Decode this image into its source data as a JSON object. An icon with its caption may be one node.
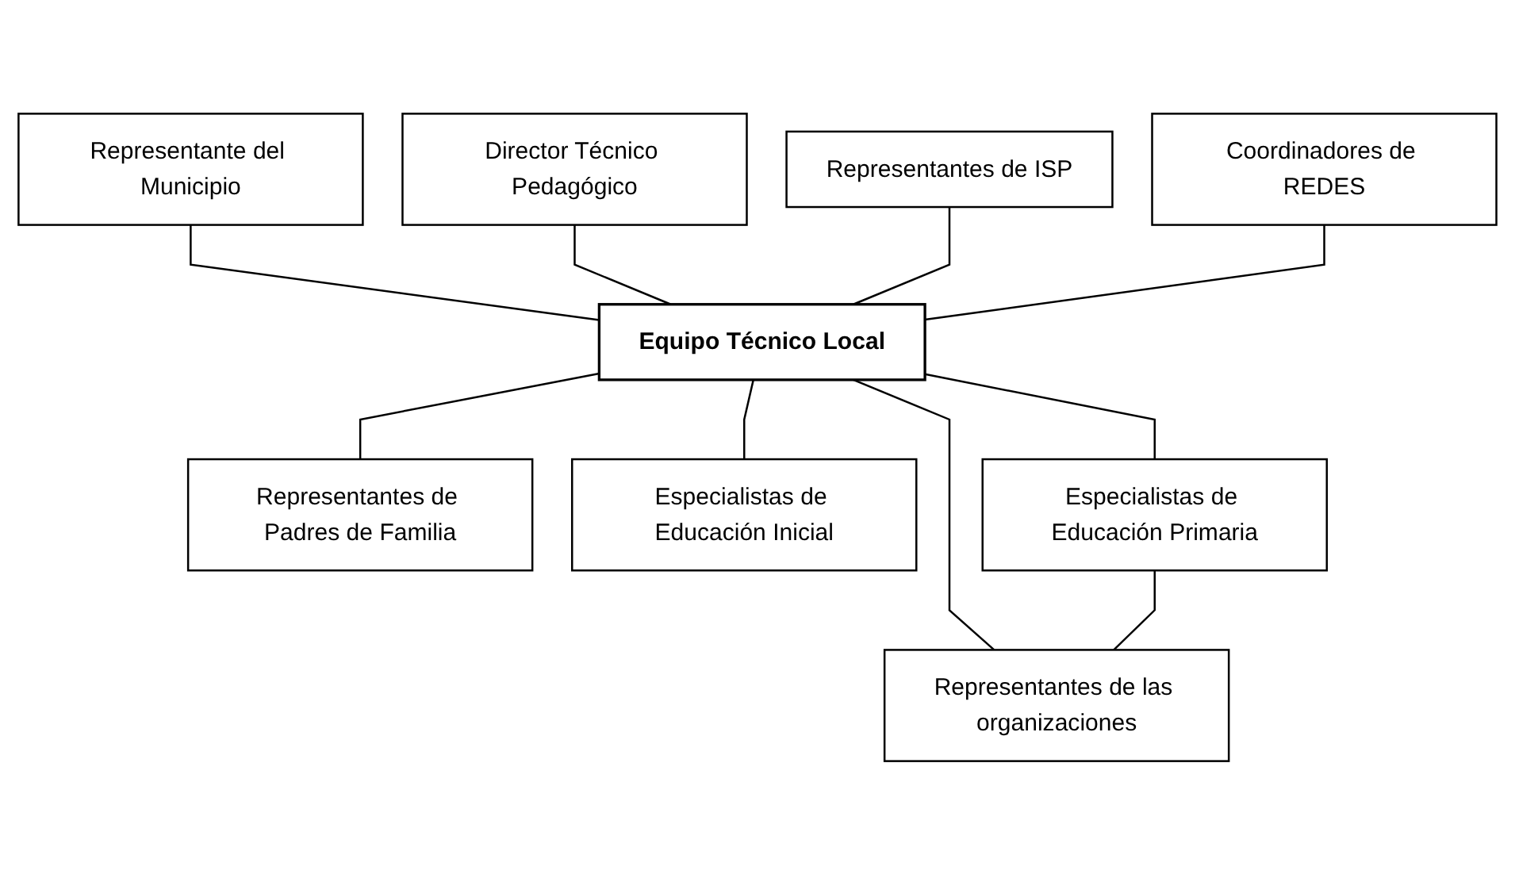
{
  "diagram": {
    "nodes": [
      {
        "text": [
          "Representante del Municipio"
        ]
      },
      {
        "text": [
          "Director Técnico Pedagógico"
        ]
      },
      {
        "text": [
          "Representantes de ISP"
        ]
      },
      {
        "text": [
          "Coordinadores de REDES"
        ]
      },
      {
        "text": [
          "Equipo Técnico Local"
        ]
      },
      {
        "text": [
          "Representantes de Padres de Familia"
        ]
      },
      {
        "text": [
          "Especialistas de Educación Inicial"
        ]
      },
      {
        "text": [
          "Especialistas de Educación Primaria"
        ]
      },
      {
        "text": [
          "Representantes de las organizaciones"
        ]
      }
    ],
    "edges": [
      {
        "from": 0,
        "to": 4,
        "arrow": "none"
      },
      {
        "from": 1,
        "to": 4,
        "arrow": "none"
      },
      {
        "from": 2,
        "to": 4,
        "arrow": "none"
      },
      {
        "from": 3,
        "to": 4,
        "arrow": "none"
      },
      {
        "from": 4,
        "to": 5,
        "arrow": "none"
      },
      {
        "from": 4,
        "to": 6,
        "arrow": "none"
      },
      {
        "from": 4,
        "to": 7,
        "arrow": "none"
      },
      {
        "from": 4,
        "to": 8,
        "arrow": "none"
      },
      {
        "from": 7,
        "to": 8,
        "arrow": "none"
      }
    ]
  }
}
